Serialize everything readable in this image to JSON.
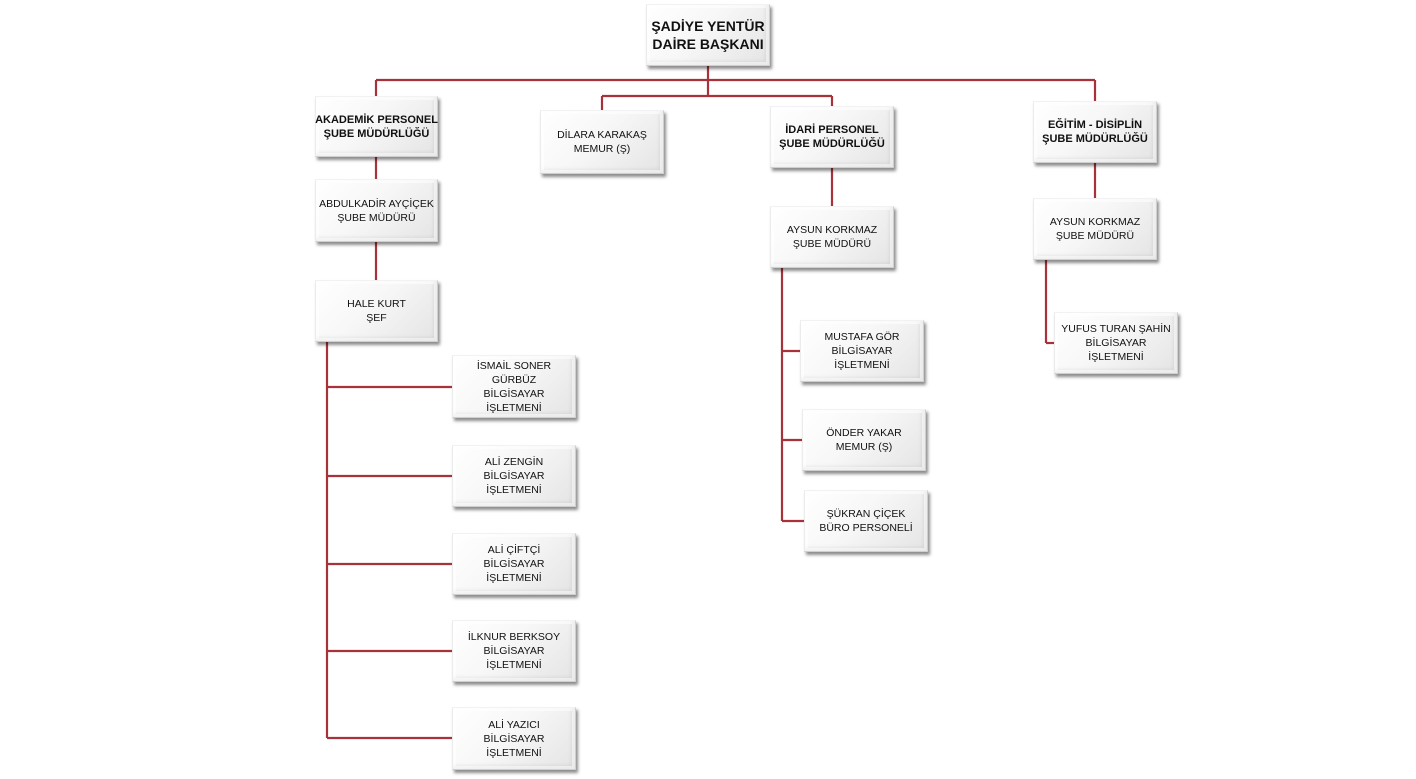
{
  "root": {
    "line1": "ŞADİYE YENTÜR",
    "line2": "DAİRE BAŞKANI"
  },
  "akademik": {
    "unit": {
      "line1": "AKADEMİK  PERSONEL",
      "line2": "ŞUBE MÜDÜRLÜĞÜ"
    },
    "manager": {
      "line1": "ABDULKADİR  AYÇİÇEK",
      "line2": "ŞUBE MÜDÜRÜ"
    },
    "chief": {
      "line1": "HALE  KURT",
      "line2": "ŞEF"
    },
    "staff": [
      {
        "line1": "İSMAİL SONER",
        "line2": "GÜRBÜZ",
        "line3": "BİLGİSAYAR",
        "line4": "İŞLETMENİ"
      },
      {
        "line1": "ALİ  ZENGİN",
        "line2": "BİLGİSAYAR",
        "line3": "İŞLETMENİ"
      },
      {
        "line1": "ALİ  ÇİFTÇİ",
        "line2": "BİLGİSAYAR",
        "line3": "İŞLETMENİ"
      },
      {
        "line1": "İLKNUR BERKSOY",
        "line2": "BİLGİSAYAR",
        "line3": "İŞLETMENİ"
      },
      {
        "line1": "ALİ  YAZICI",
        "line2": "BİLGİSAYAR",
        "line3": "İŞLETMENİ"
      }
    ]
  },
  "memur": {
    "line1": "DİLARA  KARAKAŞ",
    "line2": "MEMUR  (Ş)"
  },
  "idari": {
    "unit": {
      "line1": "İDARİ  PERSONEL",
      "line2": "ŞUBE  MÜDÜRLÜĞÜ"
    },
    "manager": {
      "line1": "AYSUN  KORKMAZ",
      "line2": "ŞUBE MÜDÜRÜ"
    },
    "staff": [
      {
        "line1": "MUSTAFA  GÖR",
        "line2": "BİLGİSAYAR",
        "line3": "İŞLETMENİ"
      },
      {
        "line1": "ÖNDER  YAKAR",
        "line2": "MEMUR  (Ş)"
      },
      {
        "line1": "ŞÜKRAN  ÇİÇEK",
        "line2": "BÜRO  PERSONELİ"
      }
    ]
  },
  "egitim": {
    "unit": {
      "line1": "EĞİTİM   - DİSİPLİN",
      "line2": "ŞUBE  MÜDÜRLÜĞÜ"
    },
    "manager": {
      "line1": "AYSUN  KORKMAZ",
      "line2": "ŞUBE MÜDÜRÜ"
    },
    "staff": [
      {
        "line1": "YUFUS  TURAN  ŞAHİN",
        "line2": "BİLGİSAYAR",
        "line3": "İŞLETMENİ"
      }
    ]
  },
  "colors": {
    "connector": "#a8323a",
    "box_border": "#cfcfcf",
    "text": "#111111"
  }
}
